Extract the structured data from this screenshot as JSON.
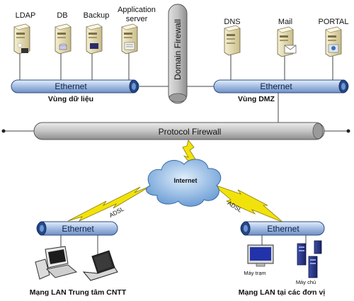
{
  "servers_left": [
    {
      "label": "LDAP"
    },
    {
      "label": "DB"
    },
    {
      "label": "Backup"
    },
    {
      "label_line1": "Application",
      "label_line2": "server"
    }
  ],
  "servers_right": [
    {
      "label": "DNS"
    },
    {
      "label": "Mail"
    },
    {
      "label": "PORTAL"
    }
  ],
  "domain_firewall": {
    "label": "Domain Firewall"
  },
  "protocol_firewall": {
    "label": "Protocol Firewall"
  },
  "data_zone": {
    "bus_label": "Ethernet",
    "zone_label": "Vùng dữ liệu"
  },
  "dmz_zone": {
    "bus_label": "Ethernet",
    "zone_label": "Vùng DMZ"
  },
  "internet": {
    "label": "Internet"
  },
  "adsl_left": {
    "label": "ADSL"
  },
  "adsl_right": {
    "label": "ADSL"
  },
  "lan_left": {
    "bus_label": "Ethernet",
    "caption": "Mạng LAN Trung tâm CNTT"
  },
  "lan_right": {
    "bus_label": "Ethernet",
    "caption": "Mạng LAN tại các đơn vị",
    "workstation_label": "Máy trạm",
    "server_label": "Máy chủ"
  },
  "colors": {
    "bus_fill": "#a9c2e6",
    "bus_end": "#1b3f7a",
    "firewall_fill": "#c4c4c4",
    "cloud_fill": "#8fb6e0",
    "lightning": "#f2e20c"
  }
}
